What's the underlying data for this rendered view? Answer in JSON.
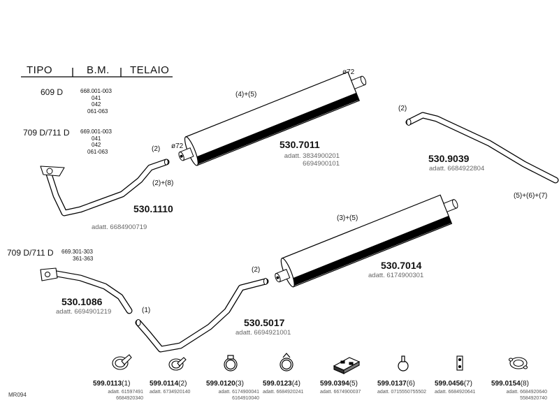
{
  "table": {
    "col_tipo": "TIPO",
    "col_bm": "B.M.",
    "col_telaio": "TELAIO",
    "rows": [
      {
        "model": "609 D",
        "codes": [
          "668.001-003",
          "041",
          "042",
          "061-063"
        ]
      },
      {
        "model": "709 D/711 D",
        "codes": [
          "669.001-003",
          "041",
          "042",
          "061-063"
        ]
      }
    ]
  },
  "lower_model": {
    "model": "709 D/711 D",
    "codes": [
      "669.301-303",
      "361-363"
    ]
  },
  "parts": {
    "p7011": {
      "number": "530.7011",
      "adatt": [
        "adatt. 3834900201",
        "6694900101"
      ],
      "connect": "(4)+(5)",
      "d_right": "ø72",
      "d_left": "ø72"
    },
    "p9039": {
      "number": "530.9039",
      "adatt": [
        "adatt. 6684922804"
      ],
      "connect_top": "(2)",
      "connect_bottom": "(5)+(6)+(7)"
    },
    "p1110": {
      "number": "530.1110",
      "adatt": [
        "adatt. 6684900719"
      ],
      "connect_top": "(2)",
      "connect_mid": "(2)+(8)"
    },
    "p7014": {
      "number": "530.7014",
      "adatt": [
        "adatt. 6174900301"
      ],
      "connect": "(3)+(5)"
    },
    "p1086": {
      "number": "530.1086",
      "adatt": [
        "adatt. 6694901219"
      ]
    },
    "p5017": {
      "number": "530.5017",
      "adatt": [
        "adatt. 6694921001"
      ],
      "connect_top": "(2)",
      "connect_left": "(1)"
    }
  },
  "components": [
    {
      "number": "599.0113",
      "index": "(1)",
      "adatt": [
        "adatt. 61597491",
        "6684920340"
      ],
      "icon": "clamp-band-icon"
    },
    {
      "number": "599.0114",
      "index": "(2)",
      "adatt": [
        "adatt. 6734920140"
      ],
      "icon": "clamp-band-icon"
    },
    {
      "number": "599.0120",
      "index": "(3)",
      "adatt": [
        "adatt. 6174900041",
        "6164910040"
      ],
      "icon": "clamp-ring-icon"
    },
    {
      "number": "599.0123",
      "index": "(4)",
      "adatt": [
        "adatt. 6684920241"
      ],
      "icon": "clamp-ring-icon"
    },
    {
      "number": "599.0394",
      "index": "(5)",
      "adatt": [
        "adatt. 6674900037"
      ],
      "icon": "rubber-mount-icon"
    },
    {
      "number": "599.0137",
      "index": "(6)",
      "adatt": [
        "adatt. 0715550755502"
      ],
      "icon": "hanger-ring-icon"
    },
    {
      "number": "599.0456",
      "index": "(7)",
      "adatt": [
        "adatt. 6684920641"
      ],
      "icon": "bracket-icon"
    },
    {
      "number": "599.0154",
      "index": "(8)",
      "adatt": [
        "adatt. 6684920640",
        "5584920740"
      ],
      "icon": "flange-gasket-icon"
    }
  ],
  "footer_code": "MR094"
}
